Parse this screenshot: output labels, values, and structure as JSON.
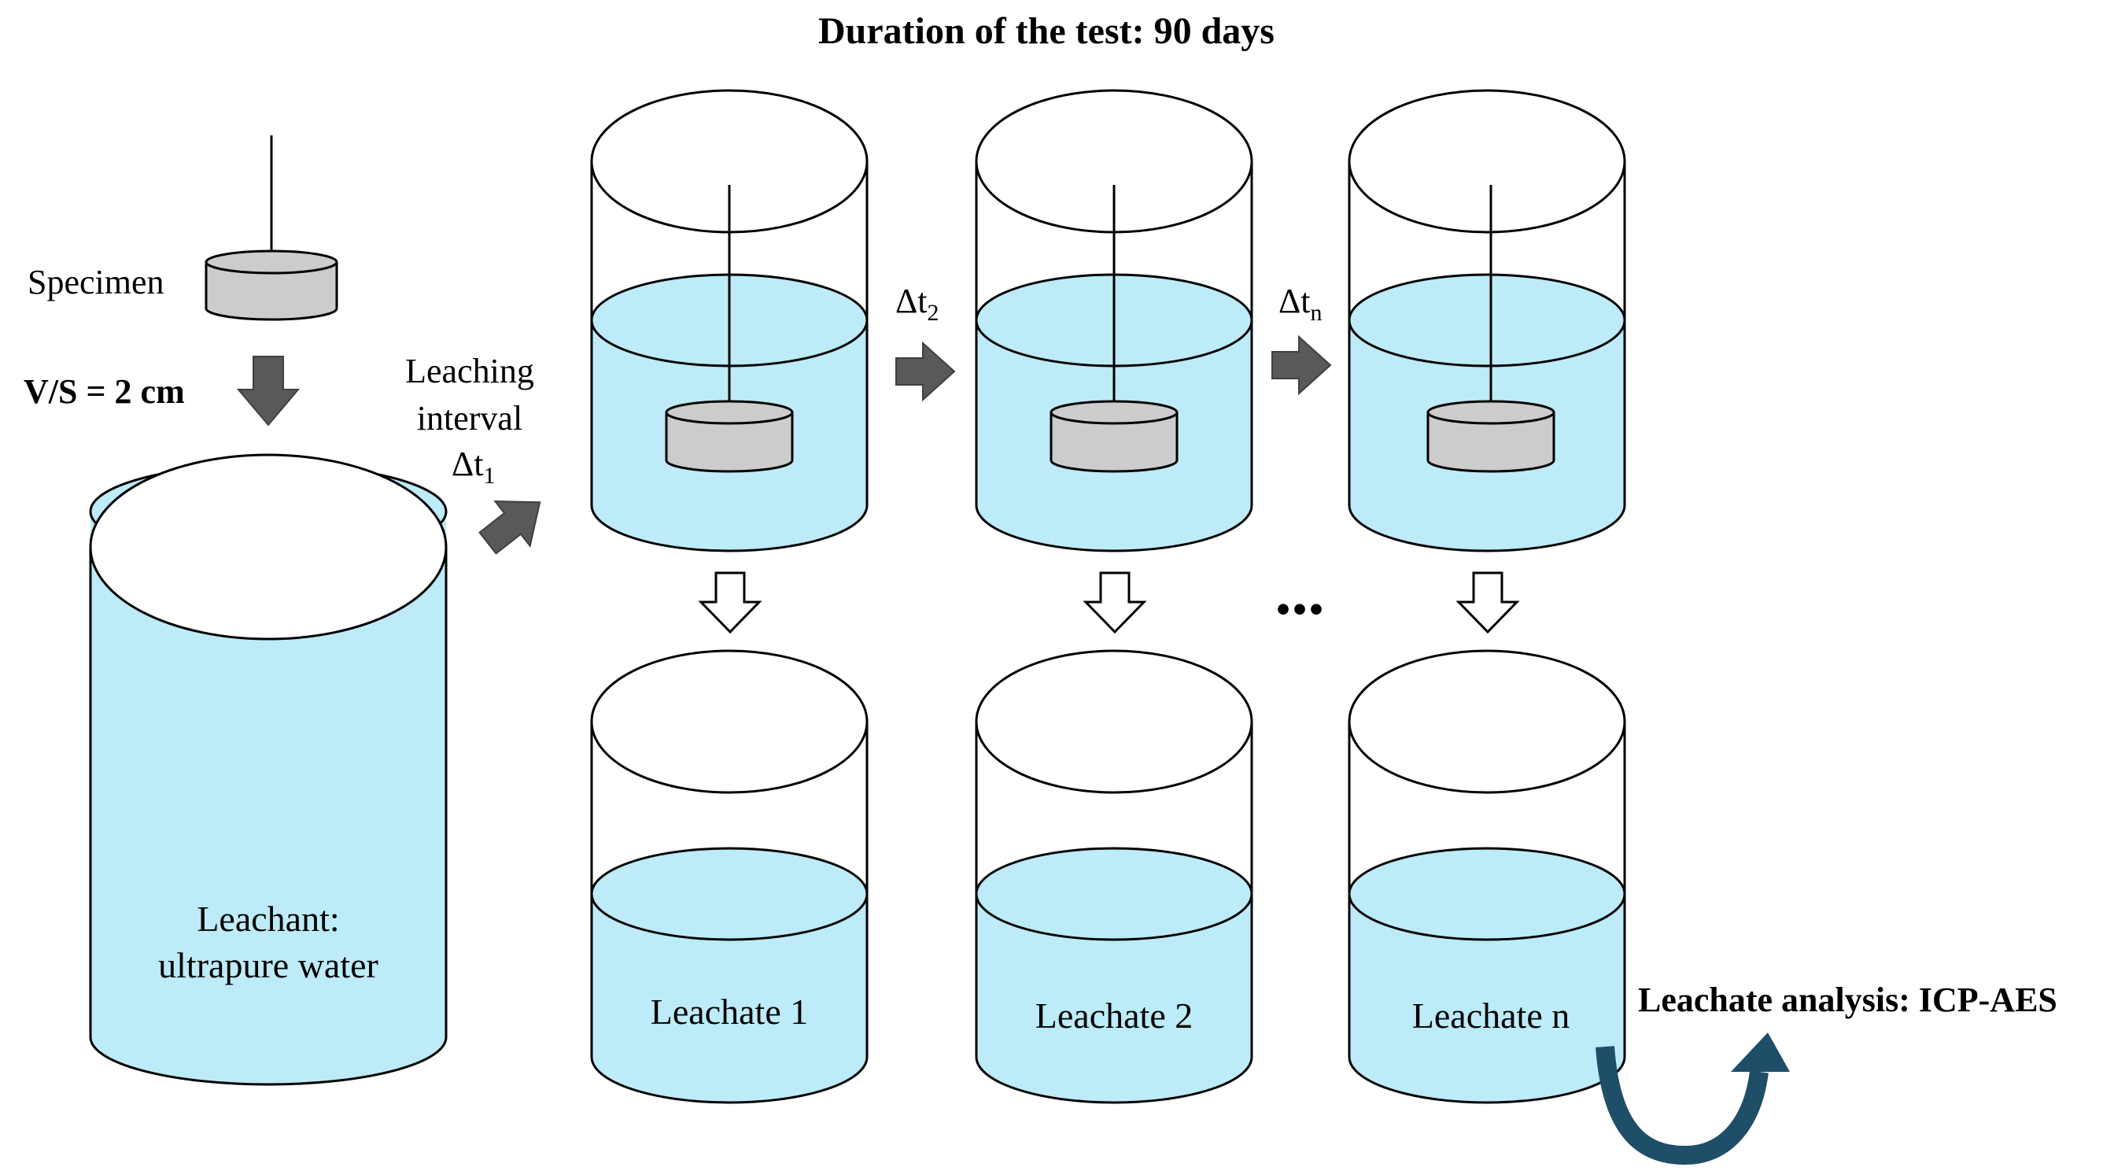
{
  "title": "Duration of the test: 90 days",
  "specimen_label": "Specimen",
  "vs_ratio_label": "V/S = 2 cm",
  "leachant_label_line1": "Leachant:",
  "leachant_label_line2": "ultrapure water",
  "leaching_interval_line1": "Leaching",
  "leaching_interval_line2": "interval",
  "delta_symbol": "Δt",
  "interval_subscripts": [
    "1",
    "2",
    "n"
  ],
  "leachate_labels": [
    "Leachate 1",
    "Leachate 2",
    "Leachate n"
  ],
  "ellipsis": "...",
  "analysis_label": "Leachate analysis: ICP-AES",
  "colors": {
    "water": "#bdebf8",
    "specimen": "#cccccc",
    "arrow_dark": "#595959",
    "arrow_curve": "#1f4e69",
    "outline": "#000000"
  }
}
